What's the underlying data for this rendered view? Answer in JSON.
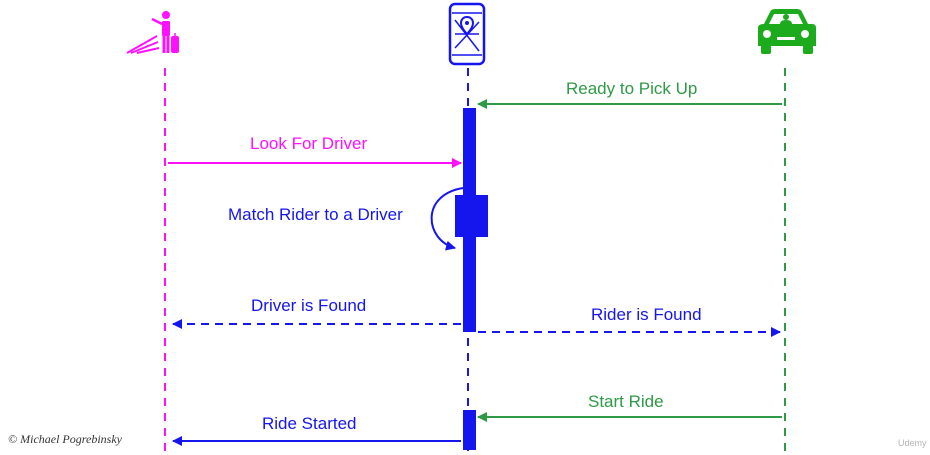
{
  "colors": {
    "rider": "#ff10ff",
    "app": "#1515ee",
    "driver": "#2e9a46",
    "driver_icon": "#1cab1c"
  },
  "participants": [
    {
      "id": "rider",
      "icon": "traveler-with-suitcase-icon"
    },
    {
      "id": "app",
      "icon": "map-phone-icon"
    },
    {
      "id": "driver",
      "icon": "car-with-driver-icon"
    }
  ],
  "messages": {
    "ready_to_pick_up": "Ready to Pick Up",
    "look_for_driver": "Look For Driver",
    "match_rider": "Match Rider to a Driver",
    "driver_found": "Driver is Found",
    "rider_found": "Rider is Found",
    "start_ride": "Start Ride",
    "ride_started": "Ride Started"
  },
  "credit": "© Michael Pogrebinsky",
  "watermark": "Udemy"
}
